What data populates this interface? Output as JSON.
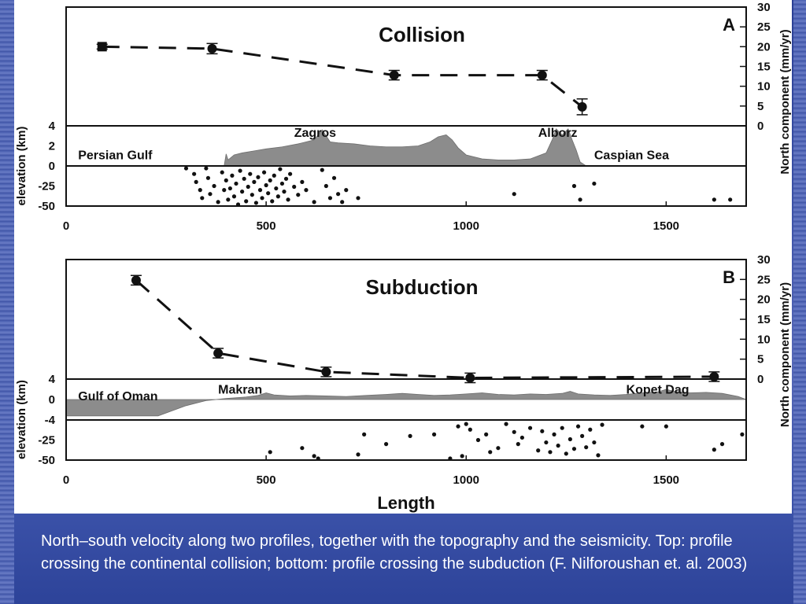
{
  "caption": "North–south velocity along two profiles, together with the topography and the seismicity. Top: profile crossing the continental collision; bottom: profile crossing the subduction (F. Nilforoushan et. al. 2003)",
  "colors": {
    "topography_fill": "#8c8c8c",
    "marker": "#111111",
    "background": "#3c52a8"
  },
  "chart_data": [
    {
      "type": "line",
      "panel": "A",
      "title": "Collision",
      "xlabel": "",
      "ylabel_velocity": "North component (mm/yr)",
      "ylabel_elevation": "elevation (km)",
      "xlim": [
        0,
        1700
      ],
      "velocity_ylim": [
        0,
        30
      ],
      "velocity_ticks": [
        "30",
        "25",
        "20",
        "15",
        "10",
        "5",
        "0"
      ],
      "velocity_tick_values": [
        30,
        25,
        20,
        15,
        10,
        5,
        0
      ],
      "topo_ticks": [
        "4",
        "2",
        "0"
      ],
      "topo_tick_values": [
        4,
        2,
        0
      ],
      "depth_ticks": [
        "-25",
        "-50"
      ],
      "depth_tick_values": [
        -25,
        -50
      ],
      "x_ticks": [
        "0",
        "500",
        "1000",
        "1500"
      ],
      "x_tick_values": [
        0,
        500,
        1000,
        1500
      ],
      "velocity": {
        "x": [
          90,
          365,
          820,
          1190,
          1290
        ],
        "y": [
          20,
          19.5,
          12.8,
          12.8,
          4.8
        ],
        "err": [
          0.6,
          1.3,
          1.2,
          1.2,
          2.0
        ],
        "marker": [
          "square",
          "circle",
          "circle",
          "circle",
          "circle"
        ]
      },
      "topography": {
        "x": [
          0,
          395,
          400,
          405,
          420,
          440,
          470,
          500,
          540,
          580,
          620,
          640,
          650,
          660,
          680,
          720,
          760,
          800,
          840,
          880,
          910,
          930,
          950,
          965,
          980,
          1000,
          1040,
          1080,
          1120,
          1160,
          1200,
          1215,
          1225,
          1240,
          1255,
          1265,
          1275,
          1285,
          1300,
          1700
        ],
        "y": [
          0,
          0,
          1.2,
          0.6,
          1.1,
          1.3,
          1.5,
          1.7,
          1.9,
          2.2,
          2.6,
          3.6,
          3.0,
          2.4,
          2.3,
          2.2,
          2.0,
          1.9,
          1.9,
          2.0,
          2.4,
          2.9,
          3.1,
          2.6,
          1.8,
          1.1,
          0.7,
          0.6,
          0.6,
          0.7,
          1.3,
          2.6,
          3.7,
          3.1,
          3.7,
          2.6,
          1.6,
          0.4,
          0,
          0
        ]
      },
      "regions": [
        "Persian Gulf",
        "Zagros",
        "Alborz",
        "Caspian Sea"
      ],
      "region_x": [
        30,
        570,
        1180,
        1320
      ],
      "region_y": [
        1.0,
        3.2,
        3.2,
        1.0
      ],
      "seismicity": {
        "x": [
          300,
          320,
          325,
          335,
          340,
          350,
          355,
          360,
          370,
          380,
          390,
          395,
          400,
          405,
          410,
          415,
          420,
          425,
          430,
          435,
          440,
          445,
          450,
          455,
          460,
          465,
          470,
          475,
          480,
          485,
          490,
          495,
          500,
          505,
          510,
          515,
          520,
          525,
          530,
          535,
          540,
          545,
          550,
          555,
          560,
          570,
          580,
          590,
          600,
          620,
          640,
          650,
          660,
          670,
          680,
          690,
          700,
          730,
          1120,
          1270,
          1285,
          1320,
          1620,
          1660
        ],
        "y": [
          -3,
          -10,
          -20,
          -30,
          -40,
          -3,
          -15,
          -35,
          -25,
          -45,
          -8,
          -30,
          -18,
          -42,
          -28,
          -12,
          -38,
          -22,
          -48,
          -6,
          -32,
          -16,
          -44,
          -26,
          -10,
          -36,
          -20,
          -46,
          -14,
          -30,
          -40,
          -8,
          -24,
          -34,
          -18,
          -44,
          -12,
          -28,
          -38,
          -4,
          -22,
          -32,
          -16,
          -42,
          -10,
          -26,
          -36,
          -20,
          -30,
          -45,
          -5,
          -25,
          -40,
          -15,
          -35,
          -45,
          -30,
          -40,
          -35,
          -25,
          -42,
          -22,
          -42,
          -42
        ]
      }
    },
    {
      "type": "line",
      "panel": "B",
      "title": "Subduction",
      "xlabel": "Length",
      "ylabel_velocity": "North component (mm/yr)",
      "ylabel_elevation": "elevation (km)",
      "xlim": [
        0,
        1700
      ],
      "velocity_ylim": [
        0,
        30
      ],
      "velocity_ticks": [
        "30",
        "25",
        "20",
        "15",
        "10",
        "5",
        "0"
      ],
      "velocity_tick_values": [
        30,
        25,
        20,
        15,
        10,
        5,
        0
      ],
      "topo_ticks": [
        "4",
        "0",
        "-4"
      ],
      "topo_tick_values": [
        4,
        0,
        -4
      ],
      "depth_ticks": [
        "-25",
        "-50"
      ],
      "depth_tick_values": [
        -25,
        -50
      ],
      "x_ticks": [
        "0",
        "500",
        "1000",
        "1500"
      ],
      "x_tick_values": [
        0,
        500,
        1000,
        1500
      ],
      "velocity": {
        "x": [
          175,
          380,
          650,
          1010,
          1620
        ],
        "y": [
          24.8,
          6.5,
          1.8,
          0.3,
          0.6
        ],
        "err": [
          1.2,
          1.2,
          1.2,
          1.2,
          1.2
        ],
        "marker": [
          "circle",
          "circle",
          "circle",
          "circle",
          "circle"
        ]
      },
      "topography": {
        "x": [
          0,
          230,
          300,
          350,
          400,
          450,
          480,
          500,
          520,
          560,
          600,
          650,
          700,
          750,
          800,
          840,
          880,
          920,
          960,
          1000,
          1040,
          1080,
          1120,
          1160,
          1200,
          1240,
          1260,
          1280,
          1320,
          1360,
          1400,
          1440,
          1480,
          1500,
          1520,
          1560,
          1600,
          1640,
          1680,
          1700
        ],
        "y": [
          -3.2,
          -3.2,
          -1.2,
          -0.2,
          0.2,
          0.5,
          0.8,
          1.3,
          0.9,
          0.7,
          0.8,
          0.7,
          0.6,
          0.8,
          1.0,
          1.2,
          1.0,
          0.8,
          0.9,
          1.1,
          1.3,
          1.0,
          0.9,
          1.1,
          1.0,
          1.2,
          1.6,
          1.1,
          0.9,
          0.8,
          1.0,
          1.3,
          1.5,
          2.0,
          1.6,
          1.3,
          1.4,
          1.2,
          0.6,
          0
        ]
      },
      "regions": [
        "Gulf of Oman",
        "Makran",
        "Kopet Dag"
      ],
      "region_x": [
        30,
        380,
        1400
      ],
      "region_y": [
        0.5,
        1.8,
        1.8
      ],
      "seismicity": {
        "x": [
          510,
          590,
          620,
          630,
          730,
          745,
          800,
          860,
          920,
          960,
          980,
          990,
          1000,
          1010,
          1030,
          1050,
          1060,
          1080,
          1100,
          1120,
          1130,
          1140,
          1160,
          1180,
          1190,
          1200,
          1210,
          1220,
          1230,
          1240,
          1250,
          1260,
          1270,
          1280,
          1290,
          1300,
          1310,
          1320,
          1330,
          1340,
          1440,
          1500,
          1620,
          1640,
          1690
        ],
        "y": [
          -40,
          -35,
          -45,
          -48,
          -43,
          -18,
          -30,
          -20,
          -18,
          -48,
          -8,
          -45,
          -5,
          -12,
          -25,
          -18,
          -40,
          -35,
          -5,
          -15,
          -30,
          -22,
          -10,
          -38,
          -14,
          -28,
          -40,
          -18,
          -32,
          -10,
          -42,
          -24,
          -36,
          -8,
          -20,
          -34,
          -12,
          -28,
          -44,
          -6,
          -8,
          -8,
          -37,
          -30,
          -18
        ]
      }
    }
  ]
}
